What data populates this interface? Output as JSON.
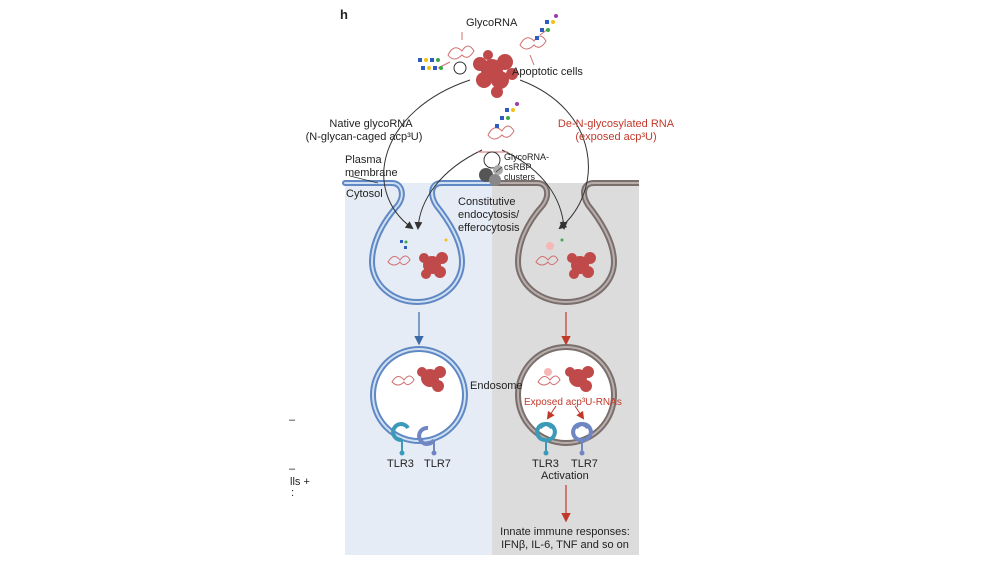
{
  "panel": {
    "letter": "h"
  },
  "labels": {
    "glycorna": "GlycoRNA",
    "apoptotic_cells": "Apoptotic cells",
    "native_line1": "Native glycoRNA",
    "native_line2": "(N-glycan-caged acp³U)",
    "deglyco_line1": "De-N-glycosylated RNA",
    "deglyco_line2": "(exposed acp³U)",
    "plasma_line1": "Plasma",
    "plasma_line2": "membrane",
    "cytosol": "Cytosol",
    "cluster_line1": "GlycoRNA-",
    "cluster_line2": "csRBP",
    "cluster_line3": "clusters",
    "endocytosis_line1": "Constitutive",
    "endocytosis_line2": "endocytosis/",
    "endocytosis_line3": "efferocytosis",
    "endosome": "Endosome",
    "exposed_rnas": "Exposed acp³U-RNAs",
    "tlr3_left": "TLR3",
    "tlr7_left": "TLR7",
    "tlr3_right": "TLR3",
    "tlr7_right": "TLR7",
    "activation": "Activation",
    "innate_line1": "Innate immune responses:",
    "innate_line2": "IFNβ, IL-6, TNF and so on",
    "edge_dash1": "–",
    "edge_dash2": "–",
    "edge_cells": "lls +",
    "edge_colon": ":"
  },
  "colors": {
    "left_bg": "#e6ecf5",
    "right_bg": "#dcdcdc",
    "blue_membrane": "#5f88c4",
    "grey_membrane": "#7a6f6c",
    "apoptotic": "#c0494a",
    "red_text": "#c0392b",
    "tlr3": "#3b9ab8",
    "tlr7": "#6f86c2"
  }
}
